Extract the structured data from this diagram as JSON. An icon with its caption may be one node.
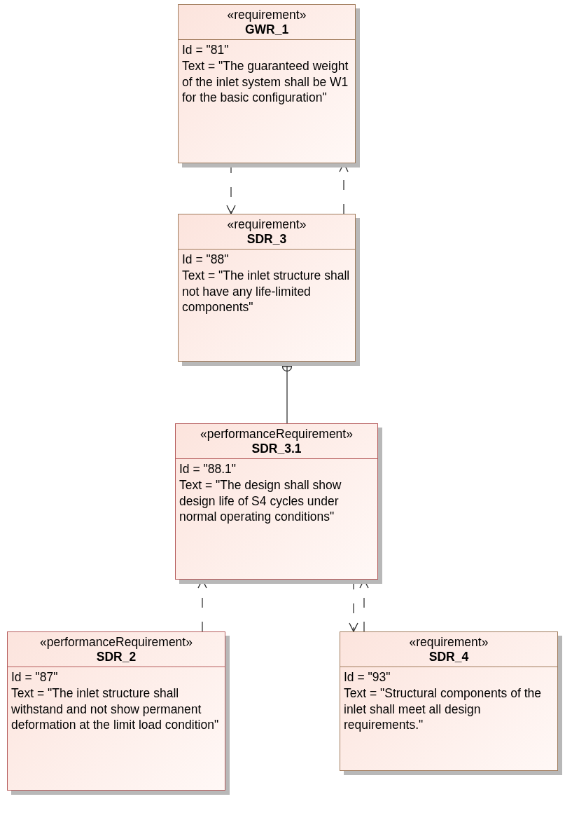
{
  "diagram": {
    "nodes": [
      {
        "text": [
          "«requirement»",
          "GWR_1",
          "Id = \"81\"",
          "Text = \"The guaranteed weight of the inlet system shall be W1 for the basic configuration\""
        ]
      },
      {
        "text": [
          "«requirement»",
          "SDR_3",
          "Id = \"88\"",
          "Text = \"The inlet structure shall not have any life-limited components\""
        ]
      },
      {
        "text": [
          "«performanceRequirement»",
          "SDR_3.1",
          "Id = \"88.1\"",
          "Text = \"The design shall show design life of S4 cycles under normal operating conditions\""
        ]
      },
      {
        "text": [
          "«performanceRequirement»",
          "SDR_2",
          "Id = \"87\"",
          "Text = \"The inlet structure shall withstand and not show permanent deformation at the limit load condition\""
        ]
      },
      {
        "text": [
          "«requirement»",
          "SDR_4",
          "Id = \"93\"",
          "Text = \"Structural components of the inlet shall meet all design requirements.\""
        ]
      }
    ],
    "edges": [
      {
        "from": 0,
        "to": 1,
        "arrow": "to",
        "style": "dashed"
      },
      {
        "from": 1,
        "to": 0,
        "arrow": "to",
        "style": "dashed"
      },
      {
        "from": 2,
        "to": 1,
        "arrow": "other"
      },
      {
        "from": 3,
        "to": 2,
        "arrow": "to",
        "style": "dashed"
      },
      {
        "from": 4,
        "to": 2,
        "arrow": "to",
        "style": "dashed"
      },
      {
        "from": 2,
        "to": 4,
        "arrow": "to",
        "style": "dashed"
      }
    ]
  }
}
